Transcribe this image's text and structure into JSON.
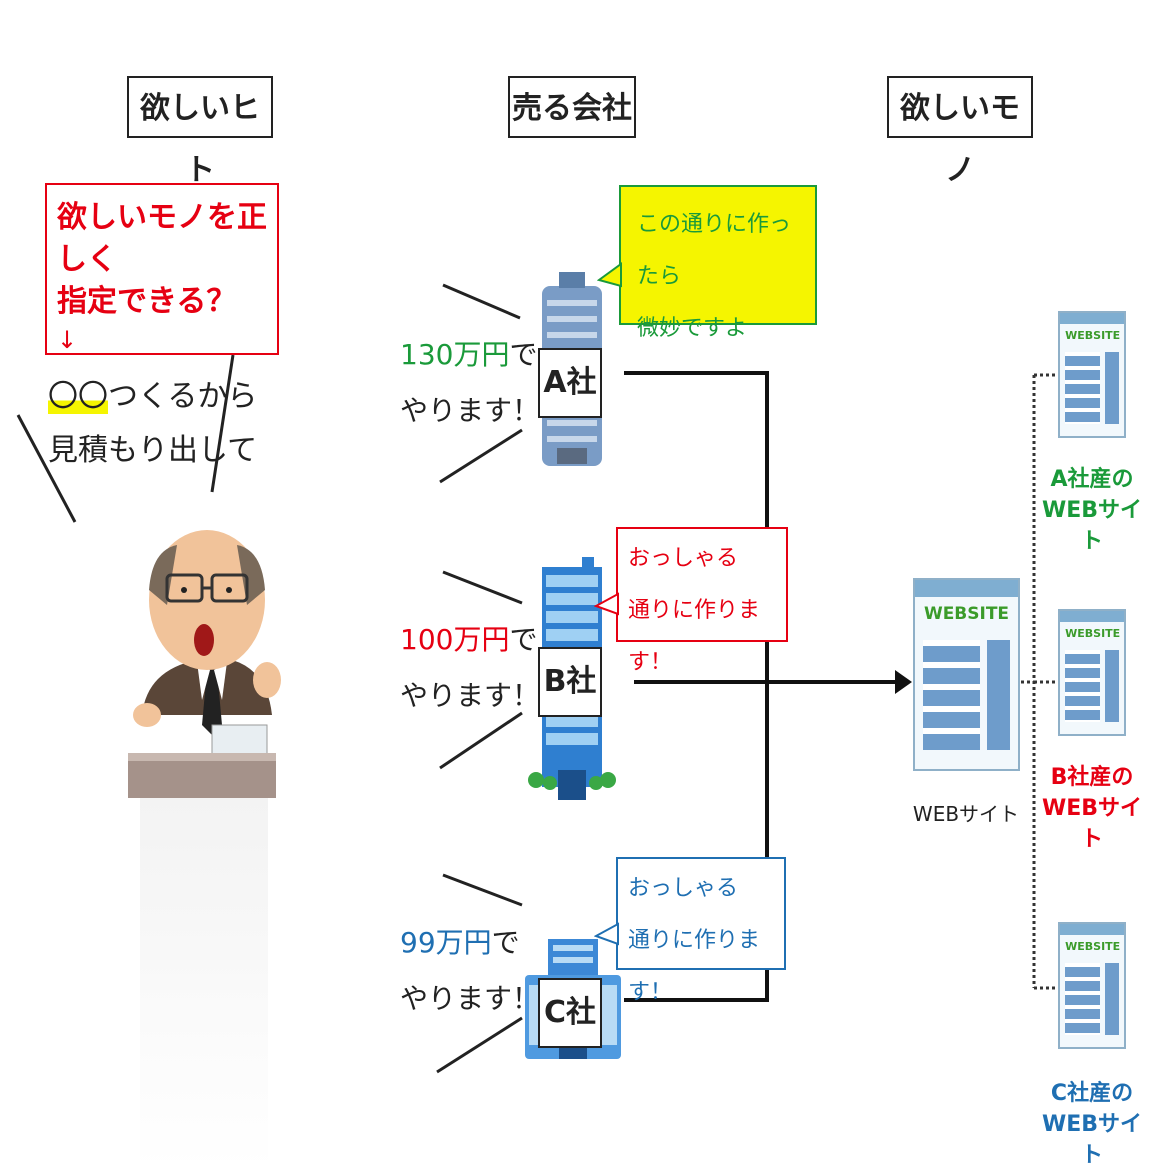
{
  "headers": {
    "buyer": "欲しいヒト",
    "seller": "売る会社",
    "product": "欲しいモノ"
  },
  "buyer": {
    "question_line1": "欲しいモノを正しく",
    "question_line2": "指定できる？",
    "arrow": "↓",
    "speech_line1_highlight": "〇〇",
    "speech_line1_rest": "つくるから",
    "speech_line2": "見積もり出して"
  },
  "companies": [
    {
      "label": "A社",
      "price_amount": "130万円",
      "price_suffix": "で",
      "price_line2": "やります！",
      "bubble_line1": "この通りに作ったら",
      "bubble_line2": "微妙ですよ",
      "color": "#1a9a3a",
      "bubble_bg": "#f5f500",
      "bubble_border": "#1a9a3a"
    },
    {
      "label": "B社",
      "price_amount": "100万円",
      "price_suffix": "で",
      "price_line2": "やります！",
      "bubble_line1": "おっしゃる",
      "bubble_line2": "通りに作ります！",
      "color": "#e60012",
      "bubble_bg": "#ffffff",
      "bubble_border": "#e60012"
    },
    {
      "label": "C社",
      "price_amount": "99万円",
      "price_suffix": "で",
      "price_line2": "やります！",
      "bubble_line1": "おっしゃる",
      "bubble_line2": "通りに作ります！",
      "color": "#1f6fb2",
      "bubble_bg": "#ffffff",
      "bubble_border": "#1f6fb2"
    }
  ],
  "website": {
    "logo": "WEBSITE",
    "main_caption": "WEBサイト",
    "outputs": [
      {
        "line1": "A社産の",
        "line2": "WEBサイト",
        "color": "#1a9a3a"
      },
      {
        "line1": "B社産の",
        "line2": "WEBサイト",
        "color": "#e60012"
      },
      {
        "line1": "C社産の",
        "line2": "WEBサイト",
        "color": "#1f6fb2"
      }
    ]
  },
  "colors": {
    "a": "#1a9a3a",
    "b": "#e60012",
    "c": "#1f6fb2",
    "highlight": "#f5f500"
  },
  "icons": [
    "speaker-illustration",
    "building-a-icon",
    "building-b-icon",
    "building-c-icon",
    "website-icon",
    "arrow-right-icon"
  ]
}
